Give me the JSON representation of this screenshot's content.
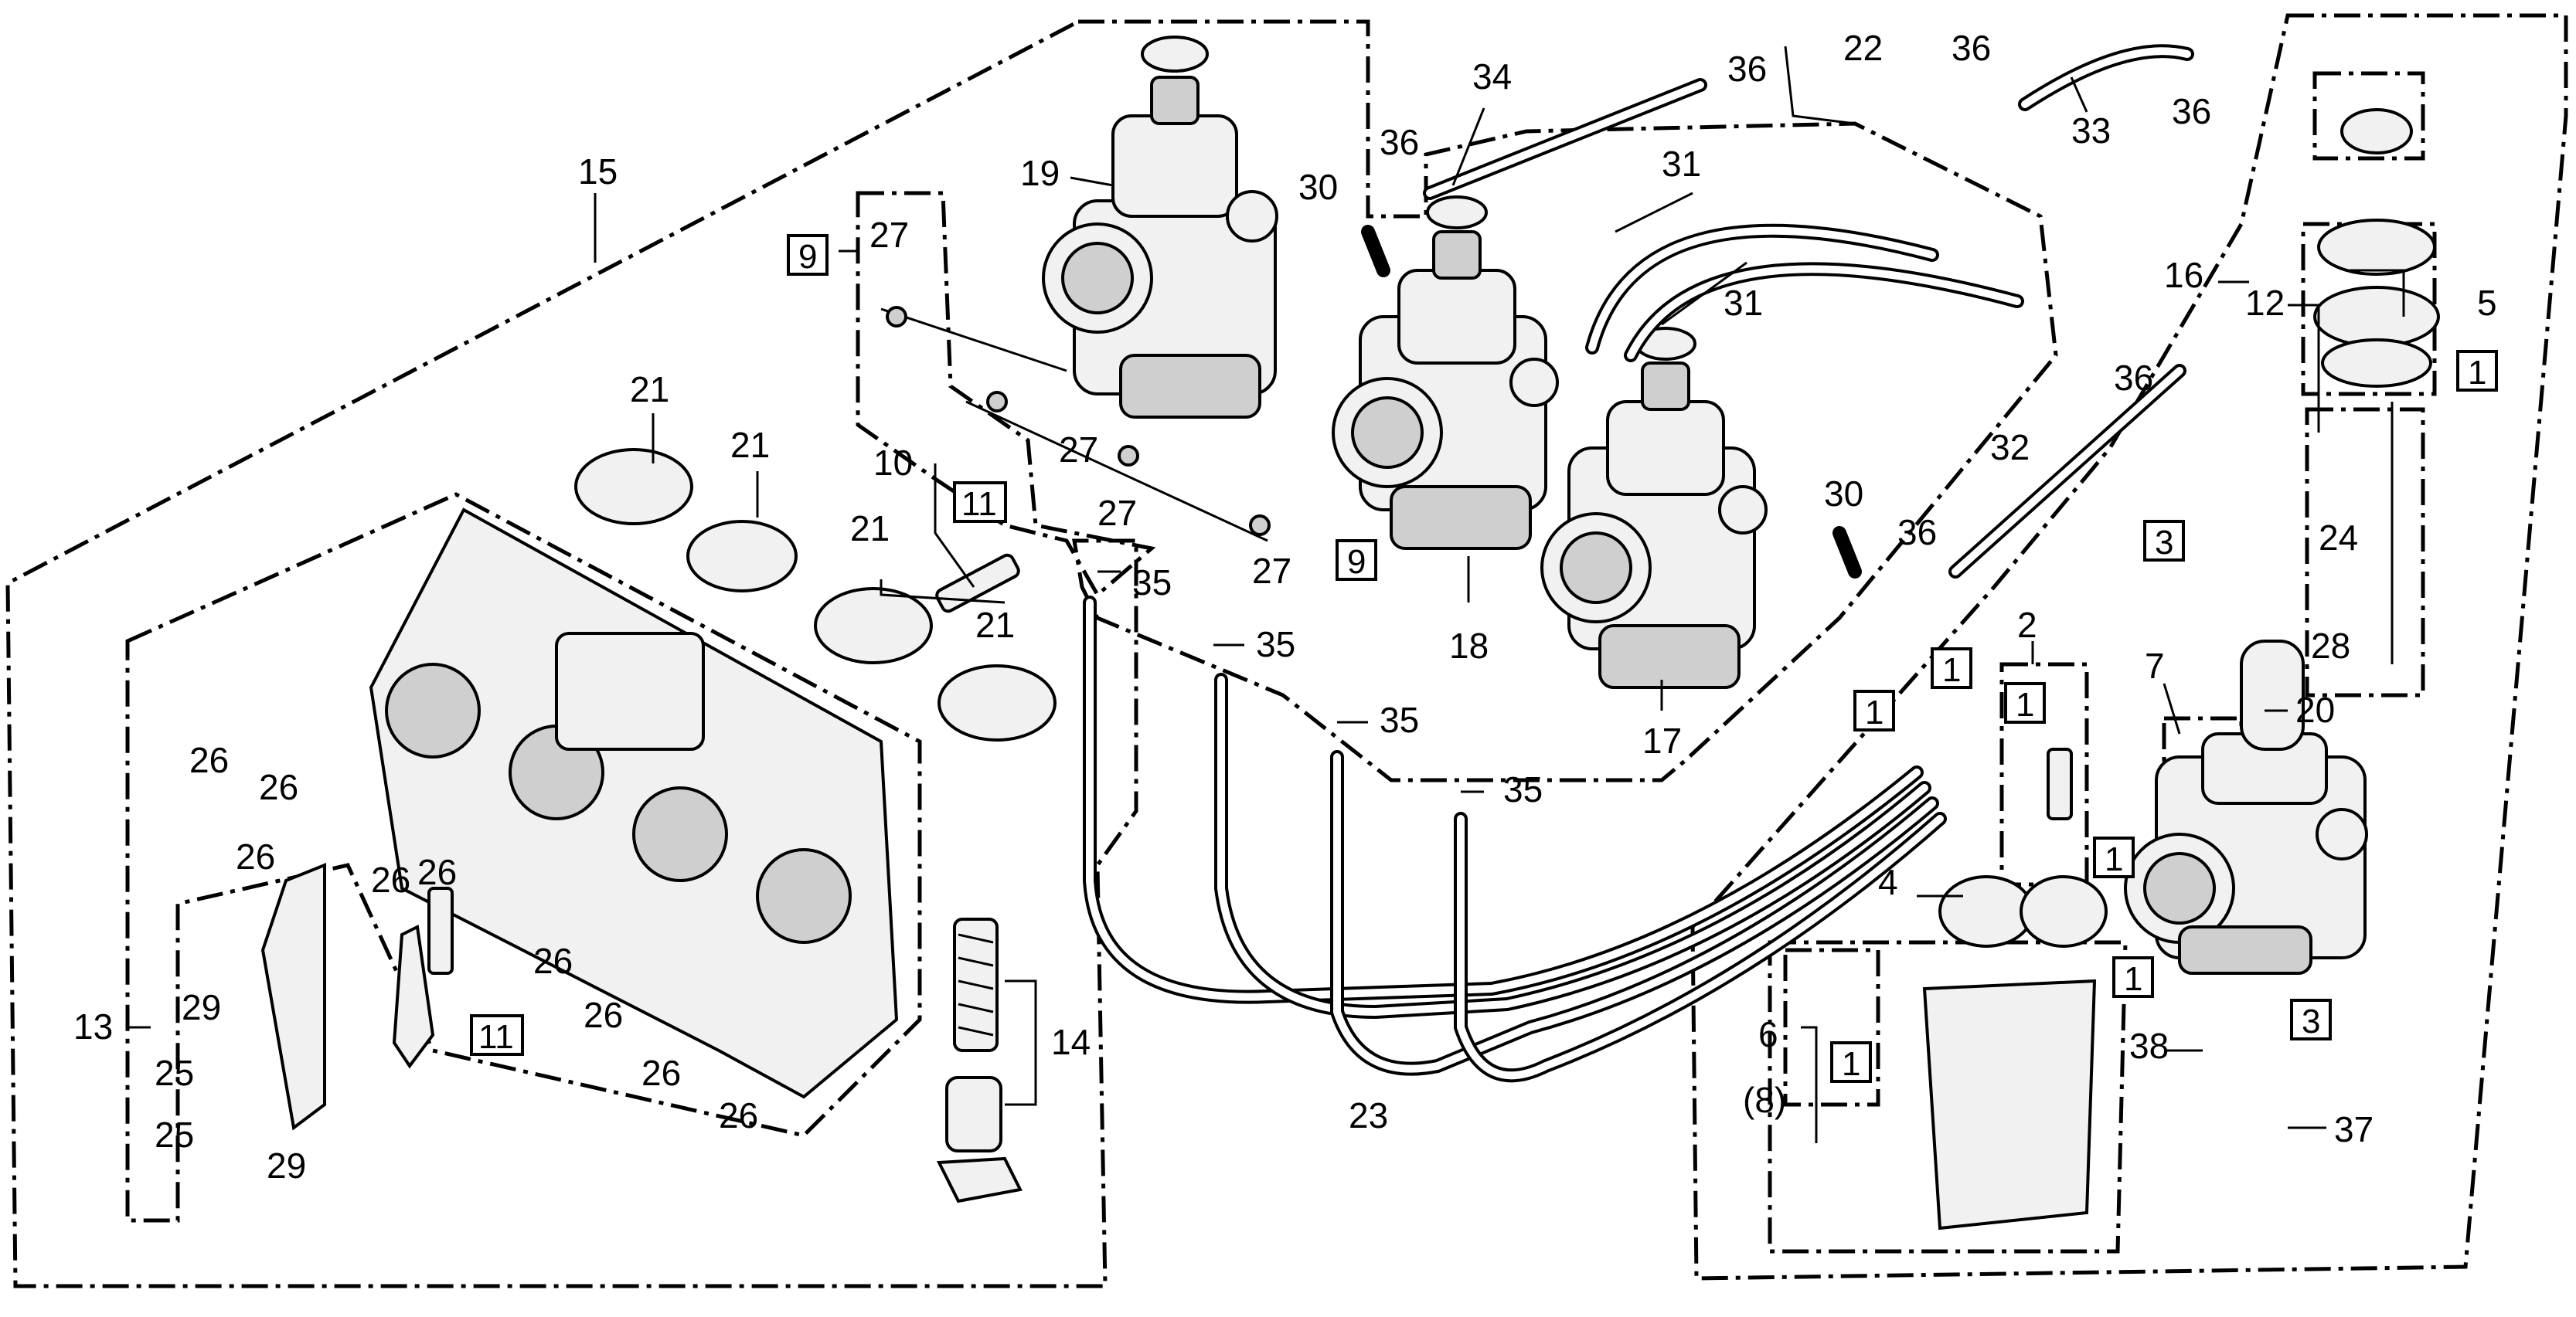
{
  "diagram": {
    "labels": {
      "n15": "15",
      "n19": "19",
      "n34": "34",
      "n36a": "36",
      "n22": "22",
      "n36b": "36",
      "n33": "33",
      "n36c": "36",
      "n30a": "30",
      "n36d": "36",
      "n31a": "31",
      "n31b": "31",
      "n27a": "27",
      "n16": "16",
      "n12": "12",
      "n5": "5",
      "n21a": "21",
      "n21b": "21",
      "n10": "10",
      "n27b": "27",
      "n27c": "27",
      "n27d": "27",
      "n36e": "36",
      "n32": "32",
      "n30b": "30",
      "n36f": "36",
      "n24": "24",
      "n28": "28",
      "n21c": "21",
      "n21d": "21",
      "n35a": "35",
      "n35b": "35",
      "n35c": "35",
      "n35d": "35",
      "n18": "18",
      "n17": "17",
      "n2": "2",
      "n7": "7",
      "n20": "20",
      "n26a": "26",
      "n26b": "26",
      "n26c": "26",
      "n26d": "26",
      "n26e": "26",
      "n26f": "26",
      "n26g": "26",
      "n26h": "26",
      "n26i": "26",
      "n4": "4",
      "n13": "13",
      "n29a": "29",
      "n25a": "25",
      "n25b": "25",
      "n29b": "29",
      "n14": "14",
      "n23": "23",
      "n6": "6",
      "n8": "(8)",
      "n38": "38",
      "n37": "37"
    },
    "boxed": {
      "b9a": "9",
      "b9b": "9",
      "b11a": "11",
      "b11b": "11",
      "b1a": "1",
      "b1b": "1",
      "b1c": "1",
      "b1d": "1",
      "b1e": "1",
      "b1f": "1",
      "b1g": "1",
      "b3a": "3",
      "b3b": "3"
    }
  }
}
